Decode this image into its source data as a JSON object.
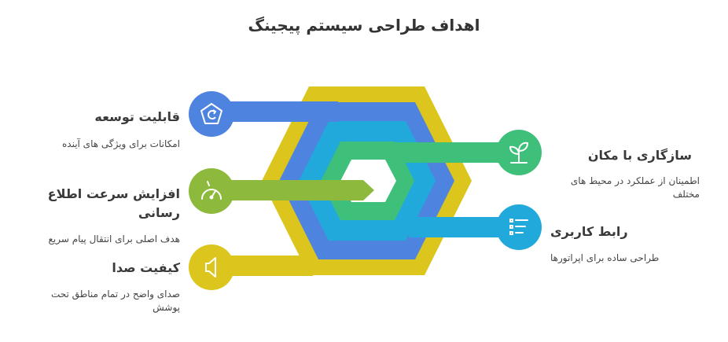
{
  "title": "اهداف طراحی سیستم پیجینگ",
  "items": [
    {
      "title": "قابلیت توسعه",
      "description": "امکانات برای ویژگی های آینده",
      "color": "#4f83e0",
      "icon": "expand-pentagon-icon"
    },
    {
      "title": "افزایش سرعت اطلاع رسانی",
      "description": "هدف اصلی برای انتقال پیام سریع",
      "color": "#8db93c",
      "icon": "speedometer-icon"
    },
    {
      "title": "کیفیت صدا",
      "description": "صدای واضح در تمام مناطق تحت پوشش",
      "color": "#dcc51c",
      "icon": "speaker-icon"
    },
    {
      "title": "سازگاری با مکان",
      "description": "اطمینان از عملکرد در محیط های مختلف",
      "color": "#3fc07a",
      "icon": "plant-icon"
    },
    {
      "title": "رابط کاربری",
      "description": "طراحی ساده برای اپراتورها",
      "color": "#22a9dc",
      "icon": "list-icon"
    }
  ]
}
